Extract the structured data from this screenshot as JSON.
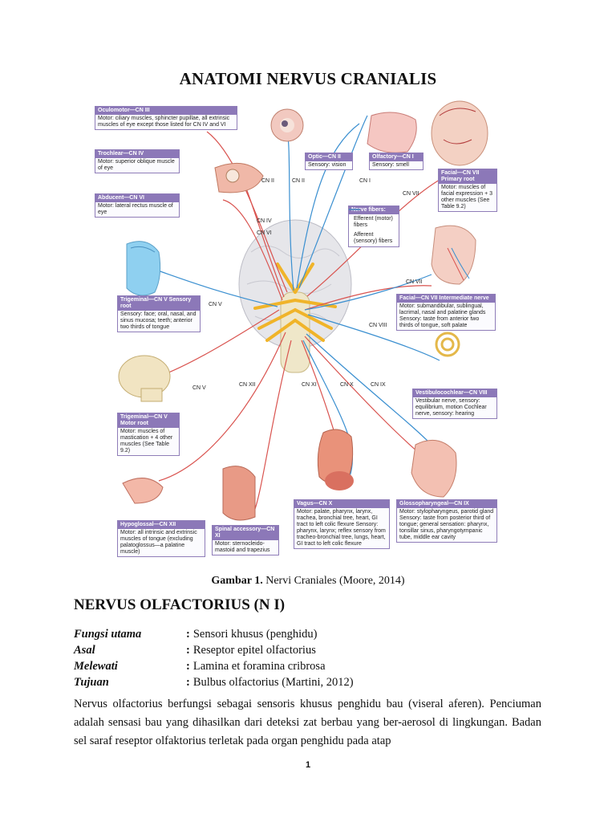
{
  "page": {
    "title": "ANATOMI NERVUS CRANIALIS",
    "page_number": "1"
  },
  "figure": {
    "boxes": {
      "oculomotor": {
        "title": "Oculomotor—CN III",
        "body": "Motor: ciliary muscles, sphincter pupillae, all extrinsic muscles of eye except those listed for CN IV and VI"
      },
      "trochlear": {
        "title": "Trochlear—CN IV",
        "body": "Motor: superior oblique muscle of eye"
      },
      "abducent": {
        "title": "Abducent—CN VI",
        "body": "Motor: lateral rectus muscle of eye"
      },
      "optic": {
        "title": "Optic—CN II",
        "body": "Sensory: vision"
      },
      "olfactory": {
        "title": "Olfactory—CN I",
        "body": "Sensory: smell"
      },
      "facial_primary": {
        "title": "Facial—CN VII Primary root",
        "body": "Motor: muscles of facial expression + 3 other muscles (See Table 9.2)"
      },
      "trigeminal_sensory": {
        "title": "Trigeminal—CN V Sensory root",
        "body": "Sensory: face; oral, nasal, and sinus mucosa; teeth; anterior two thirds of tongue"
      },
      "facial_intermediate": {
        "title": "Facial—CN VII Intermediate nerve",
        "body": "Motor: submandibular, sublingual, lacrimal, nasal and palatine glands Sensory: taste from anterior two thirds of tongue, soft palate"
      },
      "vestibulocochlear": {
        "title": "Vestibulocochlear—CN VIII",
        "body": "Vestibular nerve, sensory: equilibrium, motion Cochlear nerve, sensory: hearing"
      },
      "trigeminal_motor": {
        "title": "Trigeminal—CN V Motor root",
        "body": "Motor: muscles of mastication + 4 other muscles (See Table 9.2)"
      },
      "hypoglossal": {
        "title": "Hypoglossal—CN XII",
        "body": "Motor: all intrinsic and extrinsic muscles of tongue (excluding palatoglossus—a palatine muscle)"
      },
      "spinal_accessory": {
        "title": "Spinal accessory—CN XI",
        "body": "Motor: sternocleido-mastoid and trapezius"
      },
      "vagus": {
        "title": "Vagus—CN X",
        "body": "Motor: palate, pharynx, larynx, trachea, bronchial tree, heart, GI tract to left colic flexure Sensory: pharynx, larynx; reflex sensory from tracheo-bronchial tree, lungs, heart, GI tract to left colic flexure"
      },
      "glossopharyngeal": {
        "title": "Glossopharyngeal—CN IX",
        "body": "Motor: stylopharyngeus, parotid gland Sensory: taste from posterior third of tongue; general sensation: pharynx, tonsillar sinus, pharyngotympanic tube, middle ear cavity"
      }
    },
    "legend": {
      "title": "Nerve fibers:",
      "efferent": "Efferent (motor) fibers",
      "afferent": "Afferent (sensory) fibers"
    },
    "cn_labels": {
      "cn2a": "CN II",
      "cn2b": "CN II",
      "cn1": "CN I",
      "cn7a": "CN VII",
      "cn4": "CN IV",
      "cn6": "CN VI",
      "cn5a": "CN V",
      "cn7b": "CN VII",
      "cn8": "CN VIII",
      "cn5b": "CN V",
      "cn12": "CN XII",
      "cn11": "CN XI",
      "cn10": "CN X",
      "cn9": "CN IX"
    },
    "colors": {
      "efferent": "#d9534f",
      "afferent": "#3a8fd0",
      "nerve": "#f0b429",
      "box_header": "#8c78b8"
    }
  },
  "caption": {
    "label": "Gambar 1.",
    "text": " Nervi Craniales (Moore, 2014)"
  },
  "section": {
    "title": "NERVUS OLFACTORIUS (N I)",
    "rows": [
      {
        "key": "Fungsi utama",
        "value": "Sensori khusus (penghidu)"
      },
      {
        "key": "Asal",
        "value": "Reseptor epitel olfactorius"
      },
      {
        "key": "Melewati",
        "value": "Lamina et foramina cribrosa"
      },
      {
        "key": "Tujuan",
        "value": "Bulbus olfactorius (Martini, 2012)"
      }
    ],
    "colon": ":",
    "paragraph": "Nervus olfactorius berfungsi sebagai sensoris khusus penghidu bau (viseral aferen). Penciuman adalah sensasi bau yang dihasilkan dari deteksi zat berbau yang ber-aerosol di lingkungan. Badan sel saraf reseptor olfaktorius terletak pada organ penghidu pada atap"
  }
}
